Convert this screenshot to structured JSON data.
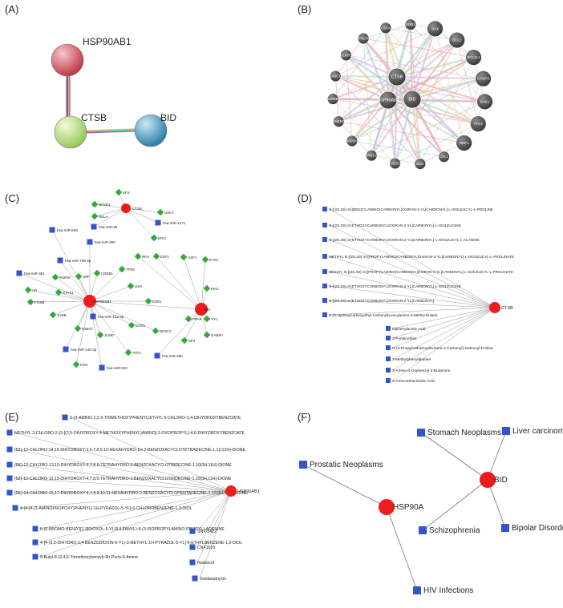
{
  "labels": [
    "(A)",
    "(B)",
    "(C)",
    "(D)",
    "(E)",
    "(F)"
  ],
  "panel_a": {
    "nodes": [
      {
        "id": "hsp",
        "label": "HSP90AB1",
        "color": "#e0606a"
      },
      {
        "id": "ctsb",
        "label": "CTSB",
        "color": "#b9e07a"
      },
      {
        "id": "bid",
        "label": "BID",
        "color": "#4aa0c8"
      }
    ],
    "edge_colors_hsp_ctsb": [
      "#e53030",
      "#3050d0",
      "#d0c030",
      "#a040a0"
    ],
    "edge_colors_ctsb_bid": [
      "#d0c030",
      "#30c0c0",
      "#a040a0"
    ]
  },
  "panel_b": {
    "nodes": [
      "HSP90AB1",
      "CTSB",
      "BID",
      "BAX",
      "BCL2",
      "BCL2L1",
      "CASP3",
      "BAK1",
      "TTC4",
      "RNF1",
      "CFL1",
      "BAD",
      "NOS3",
      "PRKCA",
      "MAP2K1",
      "ANKRD",
      "GZMB",
      "FANCD",
      "NLRP3",
      "PHCR",
      "CSTA",
      "BUB1"
    ]
  },
  "panel_c": {
    "targets": [
      "CTSB",
      "HSP90AB1",
      "BID"
    ],
    "genes": [
      "SP3",
      "NFKB1",
      "RELA",
      "USF2",
      "MYC",
      "USF1",
      "ETS1",
      "TP53",
      "CREB1",
      "SRF",
      "STAT3",
      "JUN",
      "NKX",
      "E2F1",
      "MAX",
      "YY1",
      "GABPA",
      "SP1",
      "EGR1",
      "NR2C2",
      "ATF2",
      "JUND",
      "FOSB",
      "AR",
      "IKBKB",
      "IKBKG",
      "JUNB",
      "FOS",
      "ESR1",
      "PPAR"
    ],
    "mirnas": [
      "hsa-miR-559",
      "hsa-miR-98",
      "hsa-miR-1271",
      "hsa-miR-300",
      "hsa-miR-769-3p",
      "hsa-miR-381",
      "hsa-miR-142-5p",
      "hsa-miR-140-3p",
      "hsa-miR-553",
      "hsa-miR-26b"
    ]
  },
  "panel_d": {
    "target": "CTSB",
    "compounds": [
      "N-[(2S,3S)-3-[(BENZYLAMINO)CARBONYL]OXIRAN-2-YL]CARBONYL]-L-ISOLEUCYL-L-PROLINE",
      "N-[(2S,3S)-3-(ETHOXYCARBONYL)OXIRAN-2-YL]CARBONYL]-L-ISOLEUCINE",
      "N-[(2S,3S)-3-(ETHOXYCARBONYL)OXIRAN-2-YL]CARBONYL]-L-ISOLEUCYL-L-ALANINE",
      "METHYL N-[(2S,3S)-3-[(PROPYLAMINO)CARBONYL]OXIRAN-2-YL]CARBONYL]-L-ISOLEUCYL-L-PROLINATE",
      "BENZYL N-[(2S,3S)-3-[(PROPYLAMINO)CARBONYL]OXIRAN-2-YL]CARBONYL]-L-ISOLEUCYL-L-PROLINATE",
      "N-[(2S,3S)-3-(ETHOXYCARBONYL)OXIRAN-2-YL]CARBONYL]-L-ISOLEUCINE",
      "N-[(2S,3S)-3-(ETHOXYCARBONYL)OXIRAN-2-YL]CARBONYL]-",
      "N-(3-Hydroxycarboxyethyl-Carbonyl)Leucylamino-3-Methyl-Butane",
      "Diphenylacetic Acid",
      "2-Pyridinethiol",
      "N-(3-Propylcarbamoyloxirane-2-Carbonyl)-Isoleucyl-Proline",
      "3-Methylphenylalanine",
      "3-Amino-4-Oxybenzyl-2-Butanone",
      "2-Aminoethanimidic Acid"
    ]
  },
  "panel_e": {
    "target": "HSP90AB1",
    "compounds": [
      "2-(3-AMINO-2,5,6-TRIMETHOXYPHENYL)ETHYL 5-CHLORO-2,4-DIHYDROXYBENZOATE",
      "METHYL 3-CHLORO-2-{3-[(2,5-DIHYDROXY-4-METHOXYPHENYL)AMINO]-3-OXOPROPYL}-4,6-DIHYDROXYBENZOATE",
      "(5Z)-13-CHLORO-14,16-DIHYDROXY-3,4,7,8,9,10-HEXAHYDRO-1H-2-BENZOXACYCLOTETRADECINE-1,11(12H)-DIONE",
      "(5E)-12-CHLORO-13,15-DIHYDROXY-4,7,8,9-TETRAHYDRO-2-BENZOXACYCLOTRIDECINE-1,10(3H,11H)-DIONE",
      "(5Z)-12-CHLORO-13,15-DIHYDROXY-4,7,8,9-TETRAHYDRO-2-BENZOXACYCLOTRIDECINE-1,10(3H,11H)-DIONE",
      "(5E)-14-CHLORO-15,17-DIHYDROXY-4,7,8,9,10,11-HEXAHYDRO-2-BENZOXACYCLOPENTADECINE-1,12(3H,13H)-DIONE",
      "4-{4-[4-(3-AMINOPROPOXY)PHENYL]-1H-PYRAZOL-5-YL}-6-CHLOROBENZENE-1,3-DIOL",
      "8-(6-BROMO-BENZO[1,3]DIOXOL-5-YLSULFANYL)-9-(3-ISOPROPYLAMINO-PROPYL)-ADENINE",
      "4-[4-(2,3-DIHYDRO-1,4-BENZODIOXIN-6-YL)-3-METHYL-1H-PYRAZOL-5-YL]-6-ETHYLBENZENE-1,3-DIOL",
      "9-Butyl-8-(3,4,5-Trimethoxybenzyl)-9h-Purin-6-Amine",
      "SNX-5422",
      "CNF1010",
      "Radicicol",
      "Geldanamycin"
    ]
  },
  "panel_f": {
    "targets": [
      "HSP90A",
      "BID"
    ],
    "diseases": [
      "Prostatic Neoplasms",
      "HIV Infections",
      "Stomach Neoplasms",
      "Liver carcinoma",
      "Schizophrenia",
      "Bipolar Disorder"
    ]
  },
  "colors": {
    "target_red": "#ee1c1c",
    "square_blue": "#3355cc",
    "diamond_green": "#33aa33",
    "edge_grey": "#9a9a9a"
  }
}
